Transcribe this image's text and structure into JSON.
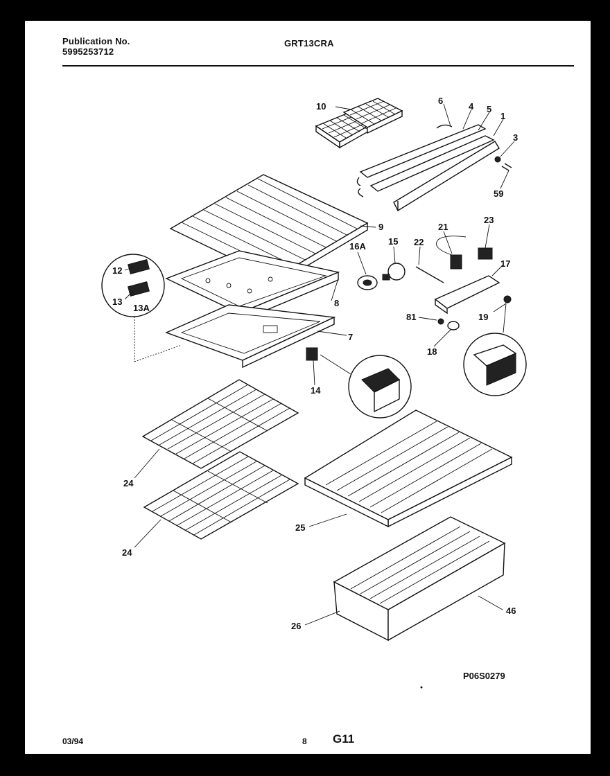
{
  "header": {
    "publication_label": "Publication No.",
    "publication_number": "5995253712",
    "model": "GRT13CRA"
  },
  "footer": {
    "date": "03/94",
    "page": "8",
    "code": "G11"
  },
  "diagram_id": "P06S0279",
  "callouts": [
    "10",
    "6",
    "4",
    "5",
    "1",
    "3",
    "59",
    "9",
    "21",
    "23",
    "16A",
    "15",
    "22",
    "17",
    "12",
    "13",
    "13A",
    "8",
    "81",
    "19",
    "18",
    "7",
    "14",
    "24",
    "24",
    "25",
    "26",
    "46"
  ]
}
